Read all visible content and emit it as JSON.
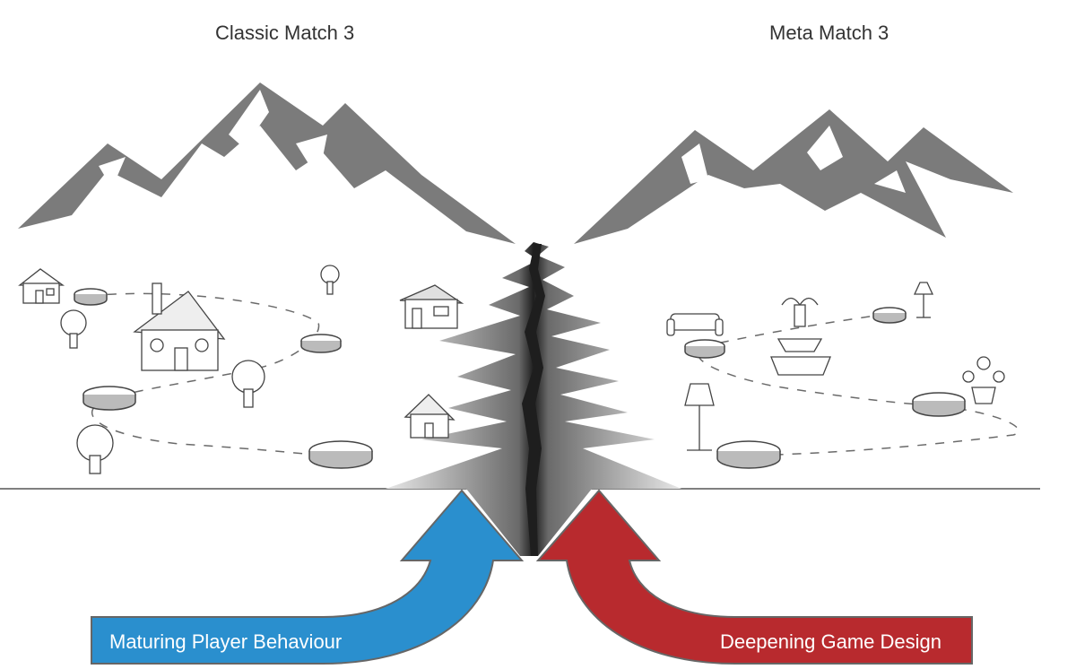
{
  "headings": {
    "left": "Classic Match 3",
    "right": "Meta Match 3"
  },
  "arrows": {
    "left": {
      "label": "Maturing Player Behaviour",
      "color": "#2a8fce"
    },
    "right": {
      "label": "Deepening Game Design",
      "color": "#b82a2e"
    }
  },
  "colors": {
    "mountain": "#7b7b7b",
    "crack_dark": "#2b2b2b",
    "path_line": "#6a6a6a",
    "ground_line": "#555555"
  }
}
